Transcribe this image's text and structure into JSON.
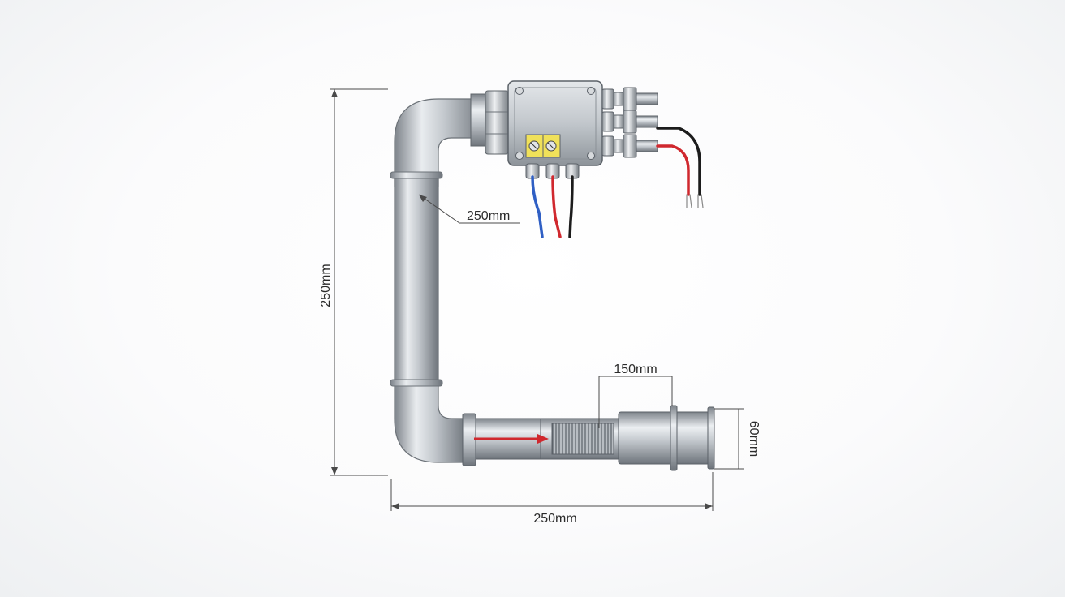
{
  "dimensions": {
    "vertical_overall": "250mm",
    "pipe_callout": "250mm",
    "horizontal_overall": "250mm",
    "sleeve_length": "150mm",
    "outlet_diameter": "60mm"
  },
  "colors": {
    "background": "#f7f8f9",
    "pipe_metal": "#b9bec4",
    "wire_blue": "#2f5fc4",
    "wire_red": "#d0282e",
    "wire_black": "#1c1c1c",
    "flow_arrow": "#d0282e",
    "terminal_yellow": "#f0e15a"
  },
  "icons": [
    "junction-box",
    "terminal-block",
    "cable-gland",
    "flow-arrow",
    "heating-coil"
  ]
}
